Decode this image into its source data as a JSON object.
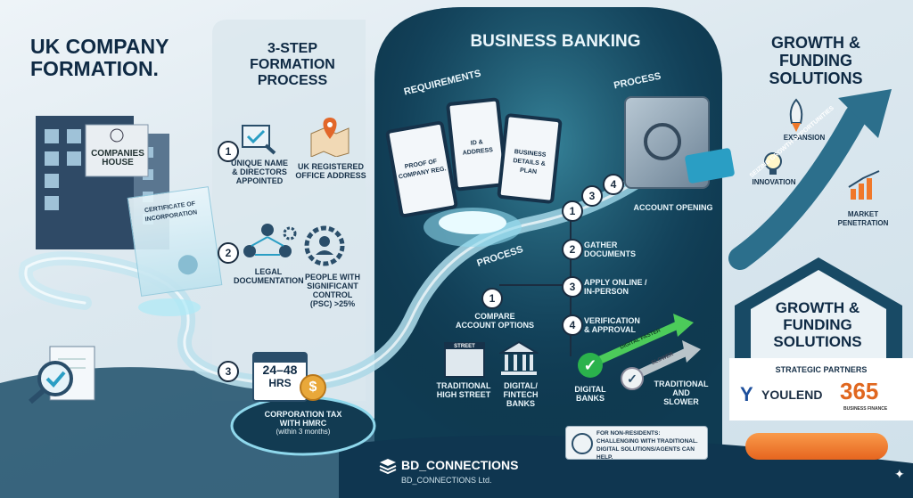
{
  "section1": {
    "title_line1": "UK COMPANY",
    "title_line2": "FORMATION.",
    "building_label_line1": "COMPANIES",
    "building_label_line2": "HOUSE",
    "certificate_label_line1": "CERTIFICATE OF",
    "certificate_label_line2": "INCORPORATION"
  },
  "section2": {
    "title_line1": "3-STEP",
    "title_line2": "FORMATION",
    "title_line3": "PROCESS",
    "steps": [
      {
        "number": "1",
        "label_line1": "UNIQUE NAME",
        "label_line2": "& DIRECTORS",
        "label_line3": "APPOINTED"
      },
      {
        "number": "",
        "label_line1": "UK REGISTERED",
        "label_line2": "OFFICE ADDRESS",
        "label_line3": ""
      },
      {
        "number": "2",
        "label_line1": "LEGAL",
        "label_line2": "DOCUMENTATION",
        "label_line3": ""
      },
      {
        "number": "",
        "label_line1": "PEOPLE WITH",
        "label_line2": "SIGNIFICANT",
        "label_line3": "CONTROL",
        "label_line4": "(PSC) >25%"
      }
    ],
    "step3_number": "3",
    "calendar_text_line1": "24–48",
    "calendar_text_line2": "HRS",
    "coin_symbol": "$",
    "tax_line1": "CORPORATION TAX",
    "tax_line2": "WITH HMRC",
    "tax_line3": "(within 3 months)"
  },
  "section3": {
    "title": "BUSINESS BANKING",
    "requirements_label": "REQUIREMENTS",
    "process_label_top": "PROCESS",
    "process_label_ring": "PROCESS",
    "doc1_line1": "PROOF OF",
    "doc1_line2": "COMPANY REG.",
    "doc2_line1": "ID &",
    "doc2_line2": "ADDRESS",
    "doc3_line1": "BUSINESS",
    "doc3_line2": "DETAILS &",
    "doc3_line3": "PLAN",
    "account_opening": "ACCOUNT OPENING",
    "top_steps": [
      "1",
      "3",
      "4"
    ],
    "process_steps": [
      {
        "number": "2",
        "line1": "GATHER",
        "line2": "DOCUMENTS"
      },
      {
        "number": "3",
        "line1": "APPLY ONLINE /",
        "line2": "IN-PERSON"
      },
      {
        "number": "4",
        "line1": "VERIFICATION",
        "line2": "& APPROVAL"
      }
    ],
    "compare_number": "1",
    "compare_line1": "COMPARE",
    "compare_line2": "ACCOUNT OPTIONS",
    "street_sign": "STREET",
    "bank1_line1": "TRADITIONAL",
    "bank1_line2": "HIGH STREET",
    "bank2_line1": "DIGITAL/",
    "bank2_line2": "FINTECH",
    "bank2_line3": "BANKS",
    "digital_line1": "DIGITAL",
    "digital_line2": "BANKS",
    "traditional_line1": "TRADITIONAL",
    "traditional_line2": "AND",
    "traditional_line3": "SLOWER",
    "arrow_faster": "DIGITAL FASTER",
    "arrow_slower": "SLOWER",
    "note_line1": "FOR NON-RESIDENTS:",
    "note_line2": "CHALLENGING WITH TRADITIONAL.",
    "note_line3": "DIGITAL SOLUTIONS/AGENTS CAN HELP."
  },
  "section4": {
    "title_line1": "GROWTH &",
    "title_line2": "FUNDING",
    "title_line3": "SOLUTIONS",
    "expansion": "EXPANSION",
    "innovation": "INNOVATION",
    "market_line1": "MARKET",
    "market_line2": "PENETRATION",
    "arrow_text": "SEIZING GROWTH OPPORTUNITIES",
    "box_title_line1": "GROWTH &",
    "box_title_line2": "FUNDING",
    "box_title_line3": "SOLUTIONS",
    "partners_label": "STRATEGIC PARTNERS",
    "partner1_mark": "Y",
    "partner1_name": "YOULEND",
    "partner2_name": "365",
    "partner2_sub": "BUSINESS FINANCE"
  },
  "footer": {
    "brand": "BD_CONNECTIONS",
    "brand_sub": "BD_CONNECTIONS Ltd."
  },
  "colors": {
    "navy": "#0f2a44",
    "teal": "#1e6a82",
    "orange_button": "#f0782a",
    "green_check": "#2bb24c",
    "youlend_blue": "#1d4f9c",
    "orange_365": "#e0671f"
  }
}
